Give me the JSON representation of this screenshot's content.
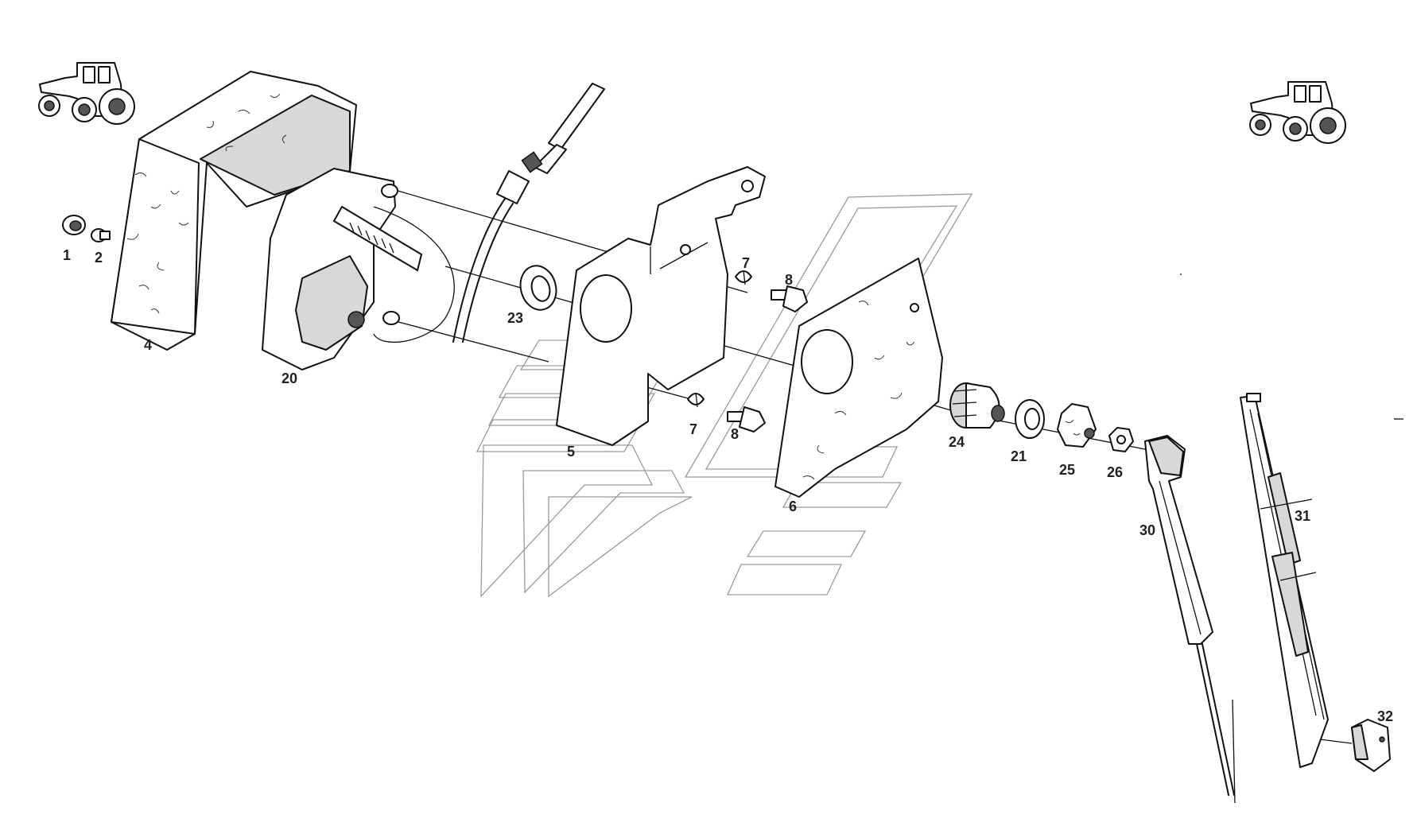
{
  "diagram": {
    "callouts": {
      "c1": "1",
      "c2": "2",
      "c4": "4",
      "c20": "20",
      "c23": "23",
      "c5": "5",
      "c7a": "7",
      "c8a": "8",
      "c7b": "7",
      "c8b": "8",
      "c6": "6",
      "c24": "24",
      "c21": "21",
      "c25": "25",
      "c26": "26",
      "c30": "30",
      "c31": "31",
      "c32": "32"
    }
  }
}
